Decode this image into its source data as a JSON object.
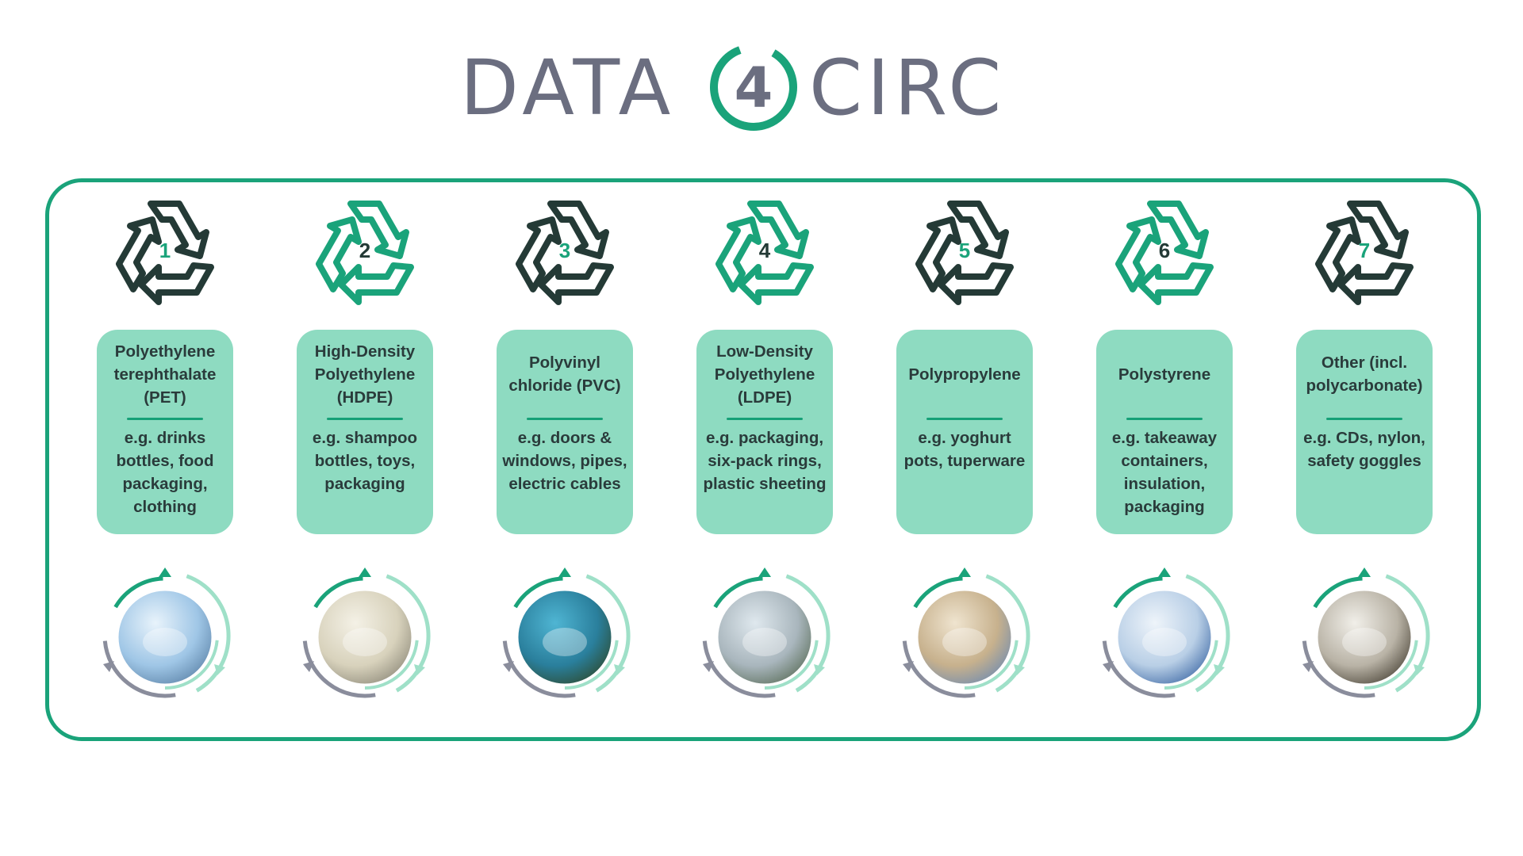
{
  "logo": {
    "left_text": "DATA",
    "number": "4",
    "right_text": "CIRC"
  },
  "colors": {
    "brand_green": "#1aa37a",
    "dark_green": "#243a36",
    "card_fill": "#8edbc1",
    "text_dark": "#2a3b3b",
    "logo_gray": "#6b6e80",
    "arrow_gray": "#8a8d9c"
  },
  "plastics": [
    {
      "number": "1",
      "symbol_color": "#243a36",
      "number_color": "#1aa37a",
      "name": "Polyethylene terephthalate (PET)",
      "examples": "e.g. drinks bottles, food packaging, clothing",
      "image_icon": "plastic-bottles-photo"
    },
    {
      "number": "2",
      "symbol_color": "#1aa37a",
      "number_color": "#243a36",
      "name": "High-Density Polyethylene (HDPE)",
      "examples": "e.g. shampoo bottles, toys, packaging",
      "image_icon": "milk-jug-spray-bottle-photo"
    },
    {
      "number": "3",
      "symbol_color": "#243a36",
      "number_color": "#1aa37a",
      "name": "Polyvinyl chloride (PVC)",
      "examples": "e.g. doors & windows, pipes, electric cables",
      "image_icon": "blue-pipes-photo"
    },
    {
      "number": "4",
      "symbol_color": "#1aa37a",
      "number_color": "#243a36",
      "name": "Low-Density Polyethylene (LDPE)",
      "examples": "e.g. packaging, six-pack rings, plastic sheeting",
      "image_icon": "plastic-sheeting-field-photo"
    },
    {
      "number": "5",
      "symbol_color": "#243a36",
      "number_color": "#1aa37a",
      "name": "Polypropylene",
      "examples": "e.g. yoghurt pots, tuperware",
      "image_icon": "food-containers-photo"
    },
    {
      "number": "6",
      "symbol_color": "#1aa37a",
      "number_color": "#243a36",
      "name": "Polystyrene",
      "examples": "e.g. takeaway containers, insulation, packaging",
      "image_icon": "takeaway-box-photo"
    },
    {
      "number": "7",
      "symbol_color": "#243a36",
      "number_color": "#1aa37a",
      "name": "Other (incl. polycarbonate)",
      "examples": "e.g. CDs, nylon, safety goggles",
      "image_icon": "cd-disc-photo"
    }
  ]
}
